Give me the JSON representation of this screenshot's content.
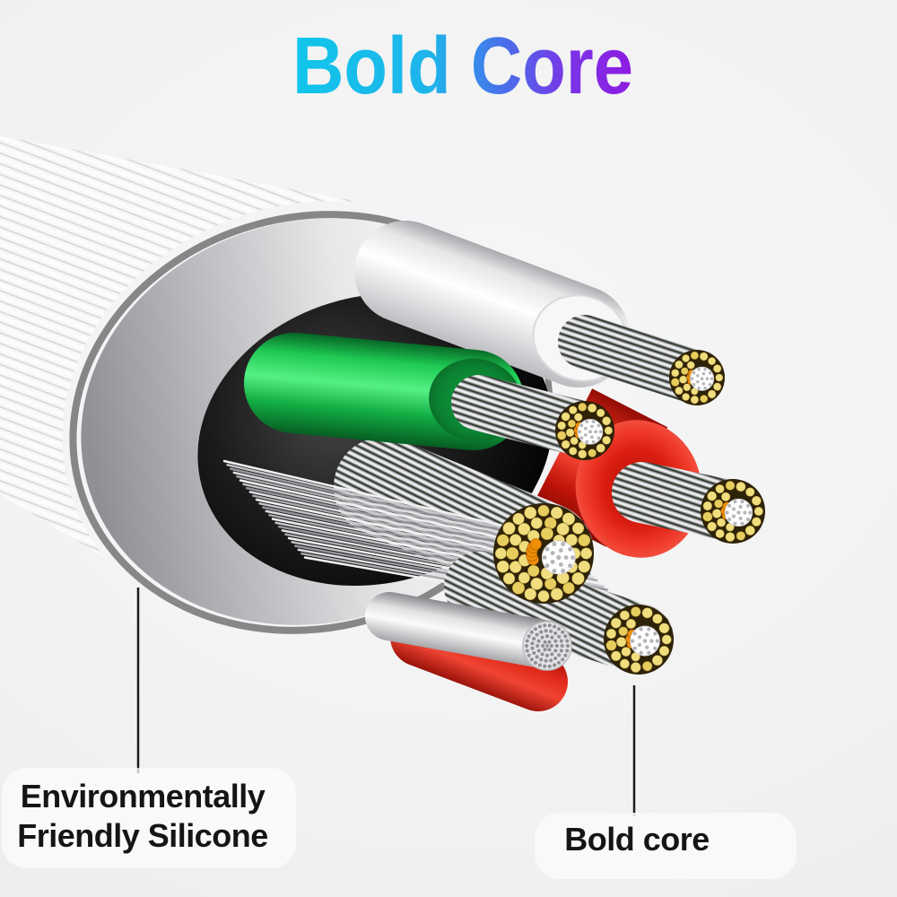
{
  "title": {
    "text": "Bold Core",
    "gradient_start": "#0fc6ea",
    "gradient_mid": "#4673ea",
    "gradient_end": "#8d1ce2"
  },
  "annotations": {
    "silicone": {
      "line1": "Environmentally",
      "line2": "Friendly Silicone"
    },
    "core": {
      "label": "Bold core"
    }
  },
  "illustration": {
    "description": "Cutaway of a charging cable showing silicone jacket, shield and five bold copper strand cores",
    "colors": {
      "jacket_white": "#fefefe",
      "jacket_groove": "#cdcdd1",
      "shield_silver": "#c9c9cd",
      "cavity_dark": "#141414",
      "wire_green": "#16c14f",
      "wire_red": "#e02517",
      "wire_white": "#f5f5f6",
      "strand_light": "#f7f7f8",
      "strand_dark": "#1e271c",
      "copper_yellow": "#f0dd7d",
      "copper_yellow_deep": "#e7cd5e",
      "copper_orange": "#ee8e07",
      "strand_gap": "#2e2208",
      "center_white": "#fdfdfe",
      "tinned_silver": "#e4e4e7",
      "leader_line": "#1c1c1c",
      "text": "#151515"
    }
  }
}
